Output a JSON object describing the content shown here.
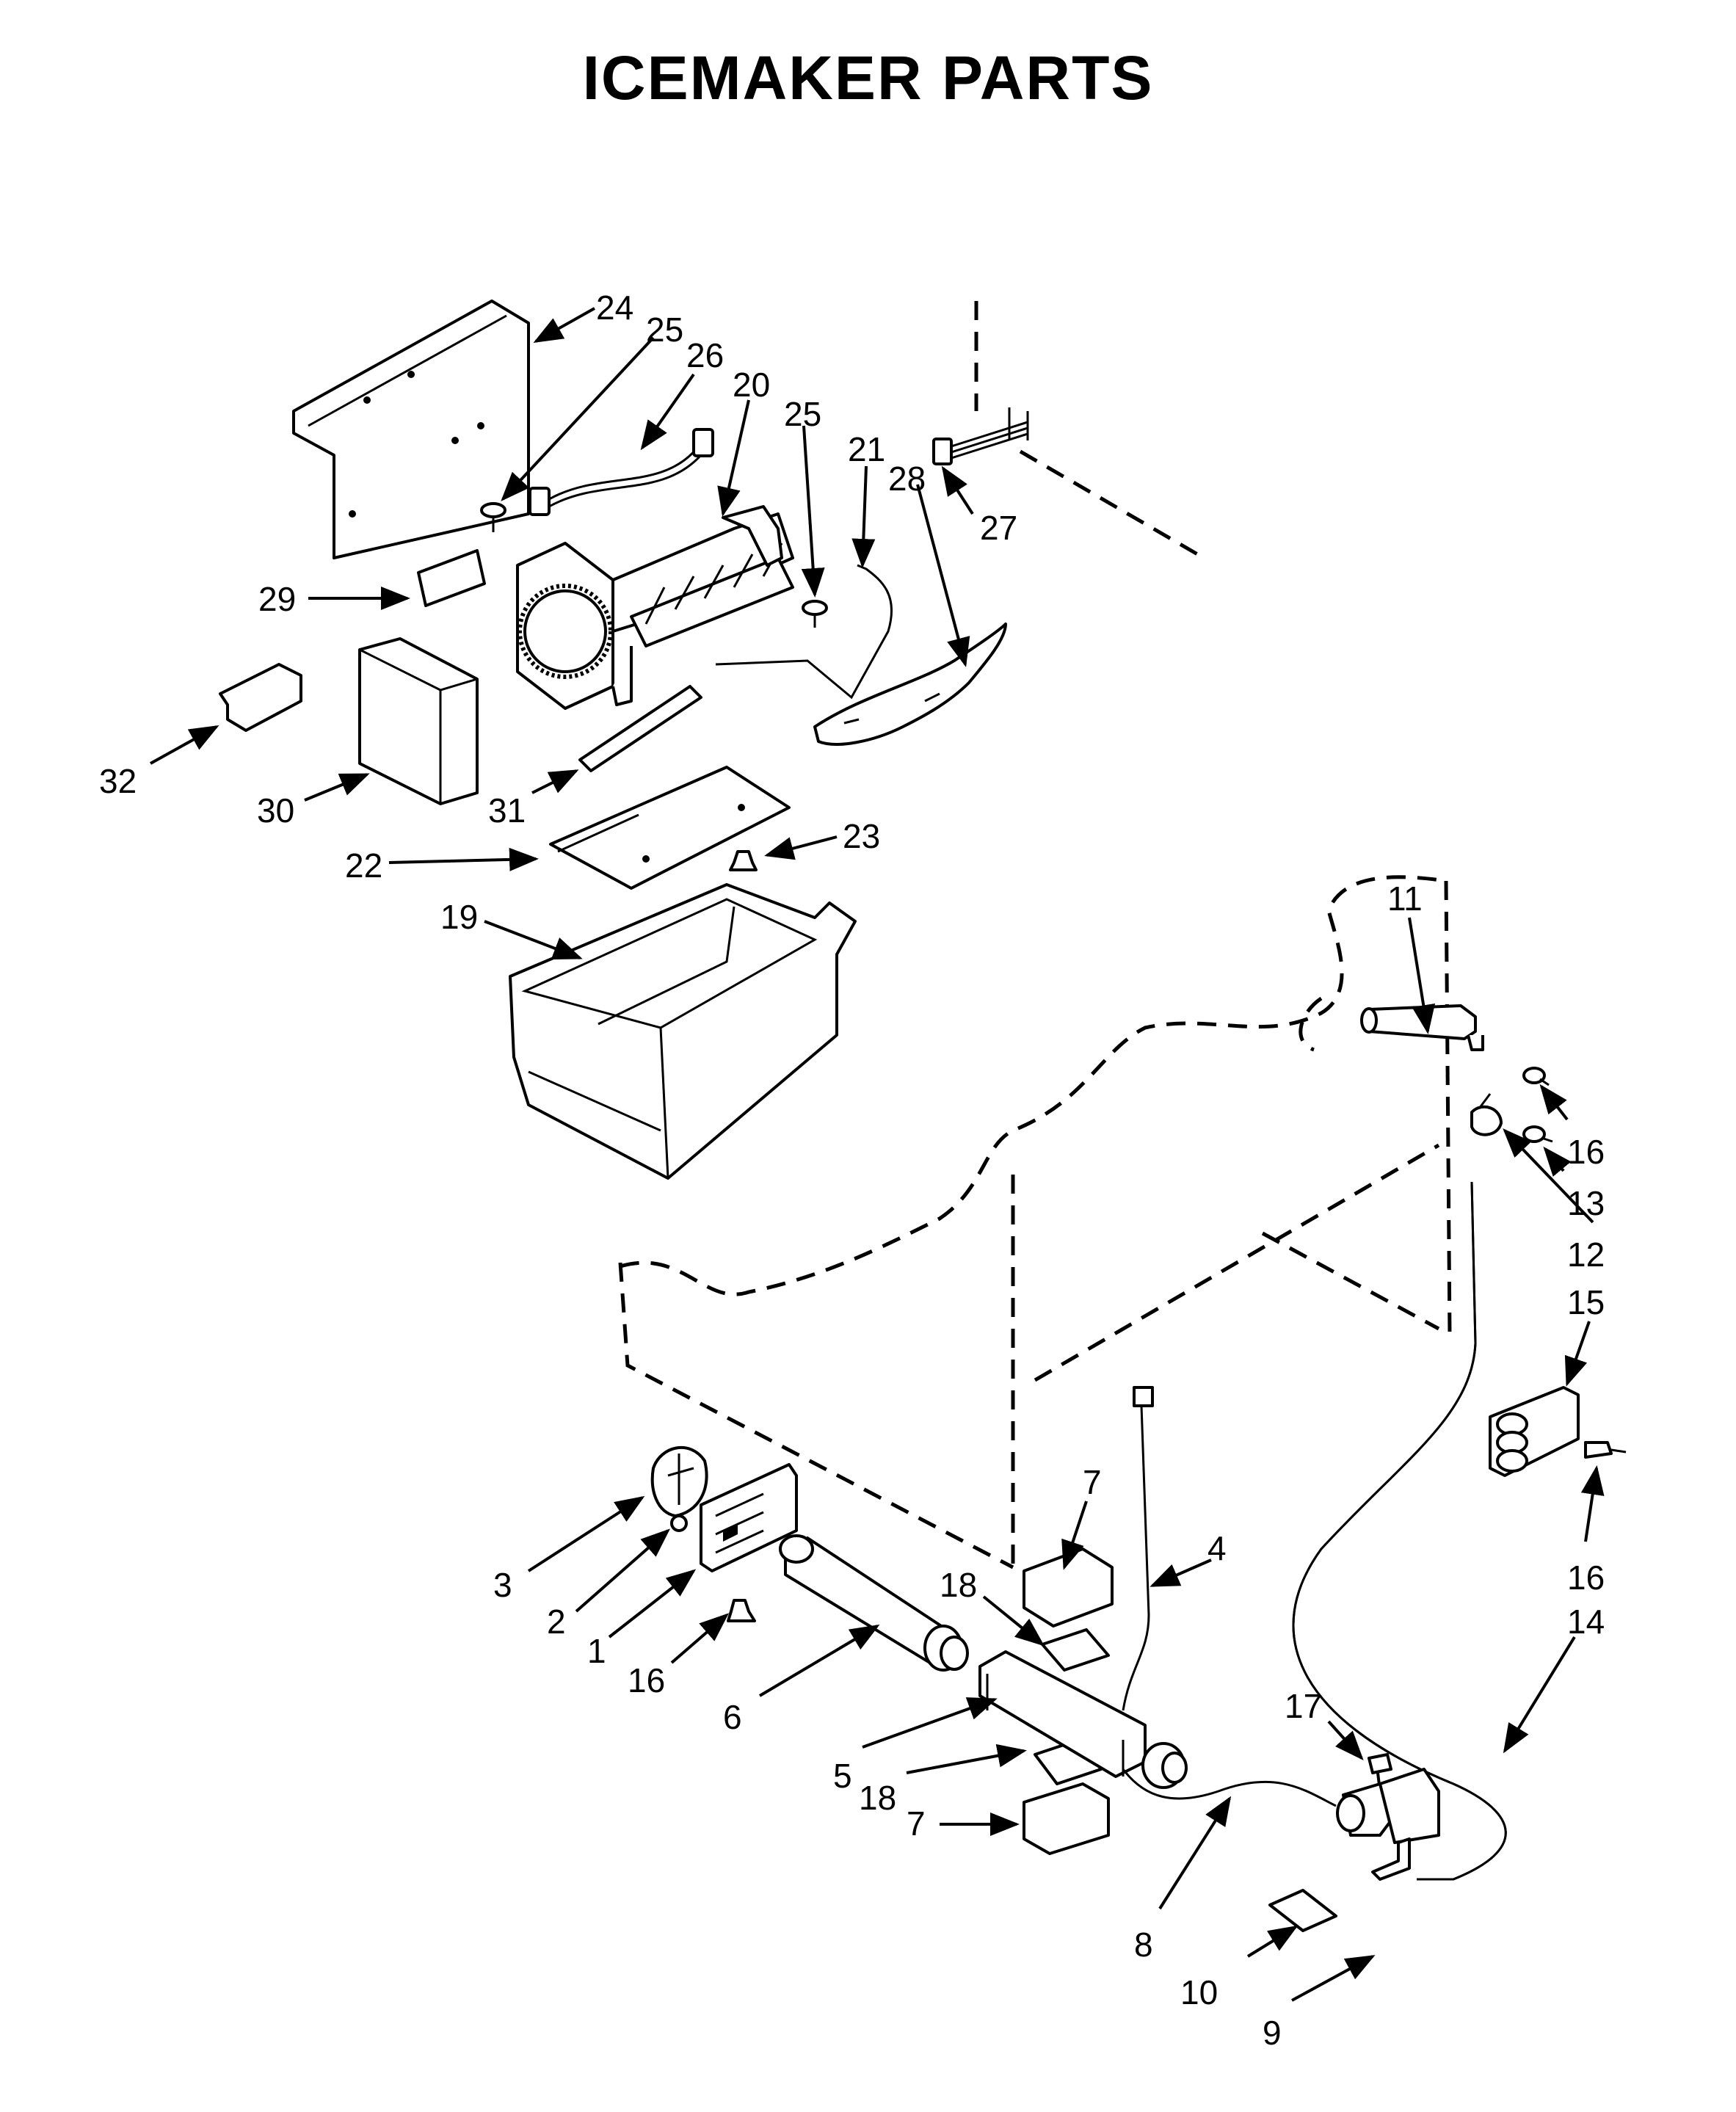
{
  "title": "ICEMAKER PARTS",
  "callouts": {
    "c1": "1",
    "c2": "2",
    "c3": "3",
    "c4": "4",
    "c5": "5",
    "c6": "6",
    "c7a": "7",
    "c7b": "7",
    "c8": "8",
    "c9": "9",
    "c10": "10",
    "c11": "11",
    "c12": "12",
    "c13": "13",
    "c14": "14",
    "c15": "15",
    "c16a": "16",
    "c16b": "16",
    "c16c": "16",
    "c17": "17",
    "c18a": "18",
    "c18b": "18",
    "c19": "19",
    "c20": "20",
    "c21": "21",
    "c22": "22",
    "c23": "23",
    "c24": "24",
    "c25a": "25",
    "c25b": "25",
    "c26": "26",
    "c27": "27",
    "c28": "28",
    "c29": "29",
    "c30": "30",
    "c31": "31",
    "c32": "32"
  }
}
